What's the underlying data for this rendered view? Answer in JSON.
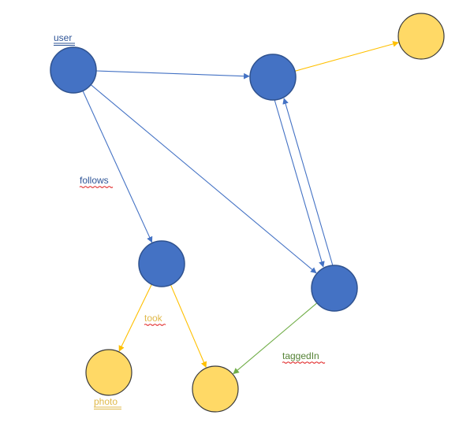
{
  "colors": {
    "user_fill": "#4472C4",
    "user_stroke": "#2F528F",
    "photo_fill": "#FFD966",
    "follows_edge": "#4472C4",
    "took_edge": "#FFC000",
    "tagged_edge": "#70AD47",
    "label_blue": "#2F5597",
    "label_gold": "#E0B94A",
    "label_green": "#548235",
    "spell_mark": "#E02020"
  },
  "labels": {
    "user": "user",
    "follows": "follows",
    "took": "took",
    "photo": "photo",
    "taggedIn": "taggedIn"
  },
  "nodes": [
    {
      "id": "u1",
      "kind": "user"
    },
    {
      "id": "u2",
      "kind": "user"
    },
    {
      "id": "u3",
      "kind": "user"
    },
    {
      "id": "u4",
      "kind": "user"
    },
    {
      "id": "p1",
      "kind": "photo"
    },
    {
      "id": "p2",
      "kind": "photo"
    },
    {
      "id": "p3",
      "kind": "photo"
    }
  ],
  "edges": [
    {
      "from": "u1",
      "to": "u2",
      "kind": "follows"
    },
    {
      "from": "u1",
      "to": "u3",
      "kind": "follows"
    },
    {
      "from": "u1",
      "to": "u4",
      "kind": "follows"
    },
    {
      "from": "u2",
      "to": "u4",
      "kind": "follows"
    },
    {
      "from": "u4",
      "to": "u2",
      "kind": "follows"
    },
    {
      "from": "u2",
      "to": "p1",
      "kind": "took"
    },
    {
      "from": "u3",
      "to": "p2",
      "kind": "took"
    },
    {
      "from": "u3",
      "to": "p3",
      "kind": "took"
    },
    {
      "from": "u4",
      "to": "p3",
      "kind": "tagged"
    }
  ]
}
